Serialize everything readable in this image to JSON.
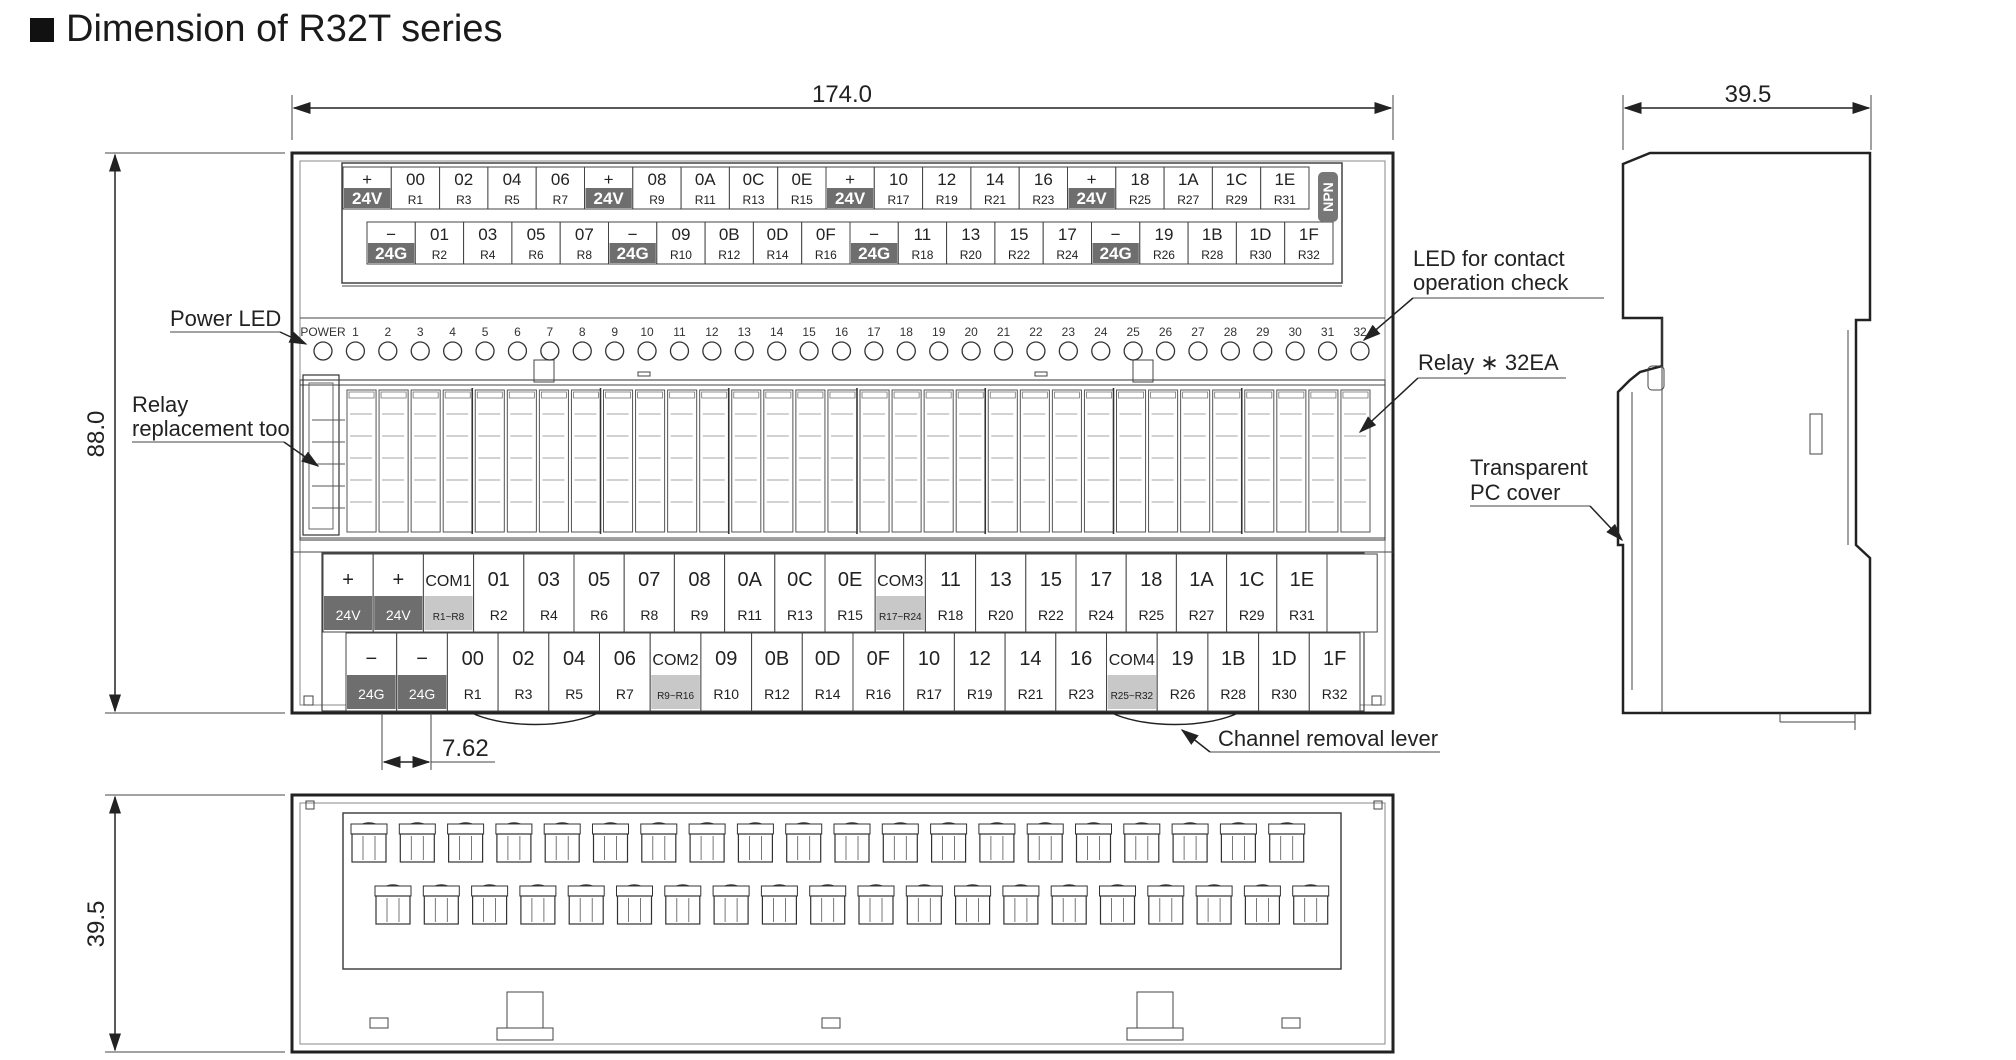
{
  "title": "Dimension of R32T series",
  "dimensions": {
    "width": "174.0",
    "height": "88.0",
    "depth_side": "39.5",
    "depth_bottom": "39.5",
    "pitch": "7.62"
  },
  "callouts": {
    "power_led": "Power LED",
    "relay_tool_1": "Relay",
    "relay_tool_2": "replacement tool",
    "led_check_1": "LED for contact",
    "led_check_2": "operation check",
    "relays": "Relay ∗ 32EA",
    "cover_1": "Transparent",
    "cover_2": "PC cover",
    "lever": "Channel removal lever"
  },
  "npn_label": "NPN",
  "top_terminals": {
    "row1": [
      {
        "t": "+",
        "b": "24V",
        "dark": true
      },
      {
        "t": "00",
        "b": "R1"
      },
      {
        "t": "02",
        "b": "R3"
      },
      {
        "t": "04",
        "b": "R5"
      },
      {
        "t": "06",
        "b": "R7"
      },
      {
        "t": "+",
        "b": "24V",
        "dark": true
      },
      {
        "t": "08",
        "b": "R9"
      },
      {
        "t": "0A",
        "b": "R11"
      },
      {
        "t": "0C",
        "b": "R13"
      },
      {
        "t": "0E",
        "b": "R15"
      },
      {
        "t": "+",
        "b": "24V",
        "dark": true
      },
      {
        "t": "10",
        "b": "R17"
      },
      {
        "t": "12",
        "b": "R19"
      },
      {
        "t": "14",
        "b": "R21"
      },
      {
        "t": "16",
        "b": "R23"
      },
      {
        "t": "+",
        "b": "24V",
        "dark": true
      },
      {
        "t": "18",
        "b": "R25"
      },
      {
        "t": "1A",
        "b": "R27"
      },
      {
        "t": "1C",
        "b": "R29"
      },
      {
        "t": "1E",
        "b": "R31"
      }
    ],
    "row2": [
      {
        "t": "−",
        "b": "24G",
        "dark": true
      },
      {
        "t": "01",
        "b": "R2"
      },
      {
        "t": "03",
        "b": "R4"
      },
      {
        "t": "05",
        "b": "R6"
      },
      {
        "t": "07",
        "b": "R8"
      },
      {
        "t": "−",
        "b": "24G",
        "dark": true
      },
      {
        "t": "09",
        "b": "R10"
      },
      {
        "t": "0B",
        "b": "R12"
      },
      {
        "t": "0D",
        "b": "R14"
      },
      {
        "t": "0F",
        "b": "R16"
      },
      {
        "t": "−",
        "b": "24G",
        "dark": true
      },
      {
        "t": "11",
        "b": "R18"
      },
      {
        "t": "13",
        "b": "R20"
      },
      {
        "t": "15",
        "b": "R22"
      },
      {
        "t": "17",
        "b": "R24"
      },
      {
        "t": "−",
        "b": "24G",
        "dark": true
      },
      {
        "t": "19",
        "b": "R26"
      },
      {
        "t": "1B",
        "b": "R28"
      },
      {
        "t": "1D",
        "b": "R30"
      },
      {
        "t": "1F",
        "b": "R32"
      }
    ]
  },
  "led_labels": [
    "POWER",
    "1",
    "2",
    "3",
    "4",
    "5",
    "6",
    "7",
    "8",
    "9",
    "10",
    "11",
    "12",
    "13",
    "14",
    "15",
    "16",
    "17",
    "18",
    "19",
    "20",
    "21",
    "22",
    "23",
    "24",
    "25",
    "26",
    "27",
    "28",
    "29",
    "30",
    "31",
    "32"
  ],
  "bottom_terminals": {
    "row1": [
      {
        "t": "+",
        "b": "24V",
        "dark": true
      },
      {
        "t": "+",
        "b": "24V",
        "dark": true
      },
      {
        "t": "COM1",
        "b": "R1~R8",
        "light": true
      },
      {
        "t": "01",
        "b": "R2"
      },
      {
        "t": "03",
        "b": "R4"
      },
      {
        "t": "05",
        "b": "R6"
      },
      {
        "t": "07",
        "b": "R8"
      },
      {
        "t": "08",
        "b": "R9"
      },
      {
        "t": "0A",
        "b": "R11"
      },
      {
        "t": "0C",
        "b": "R13"
      },
      {
        "t": "0E",
        "b": "R15"
      },
      {
        "t": "COM3",
        "b": "R17~R24",
        "light": true
      },
      {
        "t": "11",
        "b": "R18"
      },
      {
        "t": "13",
        "b": "R20"
      },
      {
        "t": "15",
        "b": "R22"
      },
      {
        "t": "17",
        "b": "R24"
      },
      {
        "t": "18",
        "b": "R25"
      },
      {
        "t": "1A",
        "b": "R27"
      },
      {
        "t": "1C",
        "b": "R29"
      },
      {
        "t": "1E",
        "b": "R31"
      },
      {
        "t": "",
        "b": ""
      }
    ],
    "row2": [
      {
        "t": "−",
        "b": "24G",
        "dark": true
      },
      {
        "t": "−",
        "b": "24G",
        "dark": true
      },
      {
        "t": "00",
        "b": "R1"
      },
      {
        "t": "02",
        "b": "R3"
      },
      {
        "t": "04",
        "b": "R5"
      },
      {
        "t": "06",
        "b": "R7"
      },
      {
        "t": "COM2",
        "b": "R9~R16",
        "light": true
      },
      {
        "t": "09",
        "b": "R10"
      },
      {
        "t": "0B",
        "b": "R12"
      },
      {
        "t": "0D",
        "b": "R14"
      },
      {
        "t": "0F",
        "b": "R16"
      },
      {
        "t": "10",
        "b": "R17"
      },
      {
        "t": "12",
        "b": "R19"
      },
      {
        "t": "14",
        "b": "R21"
      },
      {
        "t": "16",
        "b": "R23"
      },
      {
        "t": "COM4",
        "b": "R25~R32",
        "light": true
      },
      {
        "t": "19",
        "b": "R26"
      },
      {
        "t": "1B",
        "b": "R28"
      },
      {
        "t": "1D",
        "b": "R30"
      },
      {
        "t": "1F",
        "b": "R32"
      }
    ]
  },
  "colors": {
    "dark_cell": "#6e6e6e",
    "light_cell": "#c8c8c8",
    "line": "#222222"
  }
}
